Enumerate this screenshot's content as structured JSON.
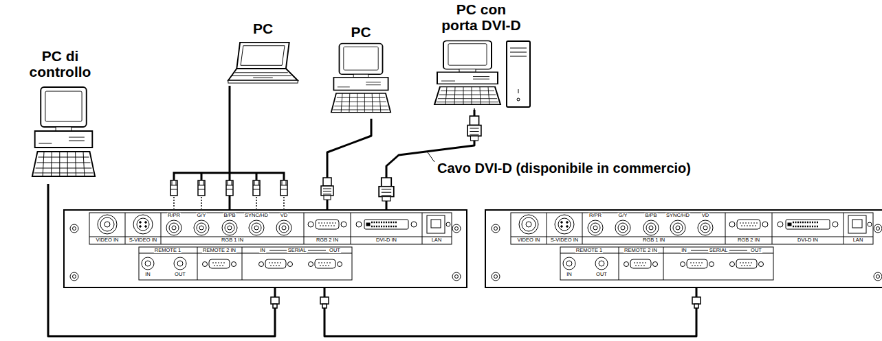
{
  "diagram": {
    "nodes": [
      {
        "text": [
          "VIDEO IN",
          "S-VIDEO IN",
          "R/PR",
          "G/Y",
          "B/PB",
          "SYNC/HD",
          "VD",
          "RGB 1 IN",
          "RGB 2 IN",
          "DVI-D IN",
          "LAN",
          "REMOTE 1",
          "IN",
          "OUT",
          "REMOTE 2 IN",
          "IN",
          "SERIAL",
          "OUT"
        ]
      },
      {
        "text": [
          "VIDEO IN",
          "S-VIDEO IN",
          "R/PR",
          "G/Y",
          "B/PB",
          "SYNC/HD",
          "VD",
          "RGB 1 IN",
          "RGB 2 IN",
          "DVI-D IN",
          "LAN",
          "REMOTE 1",
          "IN",
          "OUT",
          "REMOTE 2 IN",
          "IN",
          "SERIAL",
          "OUT"
        ]
      },
      {
        "text": [
          "PC di controllo"
        ]
      },
      {
        "text": [
          "PC"
        ]
      },
      {
        "text": [
          "PC"
        ]
      },
      {
        "text": [
          "PC con porta DVI-D"
        ]
      }
    ],
    "edges": [
      {
        "from": 2,
        "to": 0,
        "arrow": "none"
      },
      {
        "from": 3,
        "to": 0,
        "arrow": "none"
      },
      {
        "from": 4,
        "to": 0,
        "arrow": "none"
      },
      {
        "from": 5,
        "to": 0,
        "label": "Cavo DVI-D (disponibile in commercio)",
        "arrow": "none"
      },
      {
        "from": 0,
        "to": 1,
        "arrow": "none"
      }
    ]
  }
}
